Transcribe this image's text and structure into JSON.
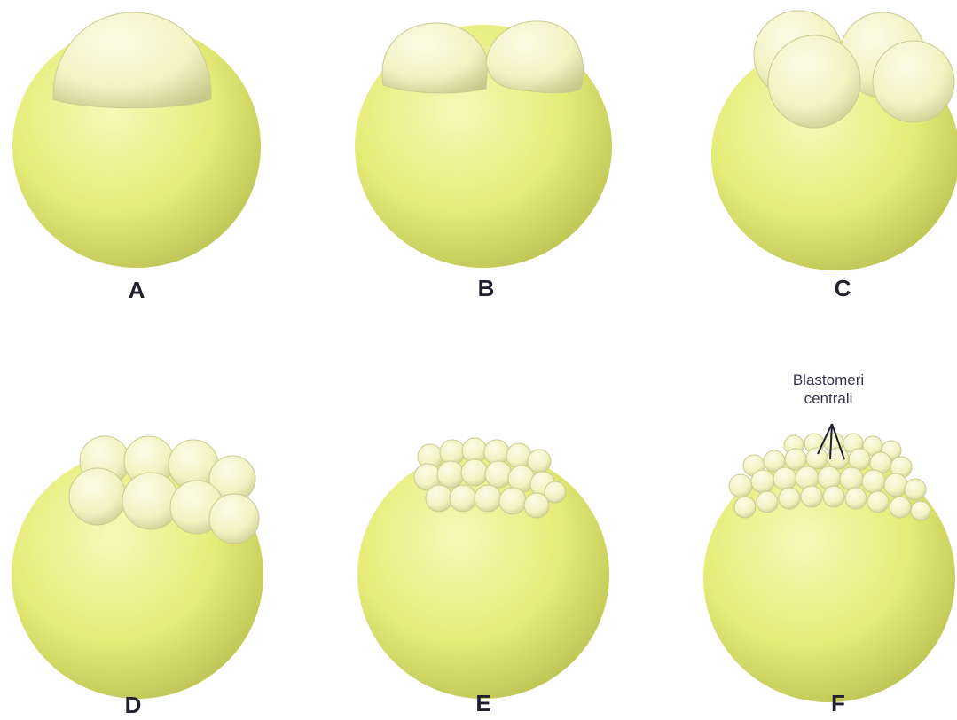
{
  "figure": {
    "colors": {
      "yolk": "#e6ec78",
      "yolk_light": "#f6f8b8",
      "yolk_dark": "#b7bd4e",
      "blastomere": "#f2f3c2",
      "blastomere_light": "#fbfbe6",
      "blastomere_dark": "#c7c98c",
      "label": "#1f1f2e",
      "annotation": "#3a3350"
    },
    "panels": [
      {
        "label": "A",
        "stage": "1 blastomere"
      },
      {
        "label": "B",
        "stage": "2 blastomeres"
      },
      {
        "label": "C",
        "stage": "4 blastomeres"
      },
      {
        "label": "D",
        "stage": "8 blastomeres"
      },
      {
        "label": "E",
        "stage": "many blastomeres"
      },
      {
        "label": "F",
        "stage": "blastodisc"
      }
    ],
    "annotation": {
      "line1": "Blastomeri",
      "line2": "centrali"
    }
  }
}
